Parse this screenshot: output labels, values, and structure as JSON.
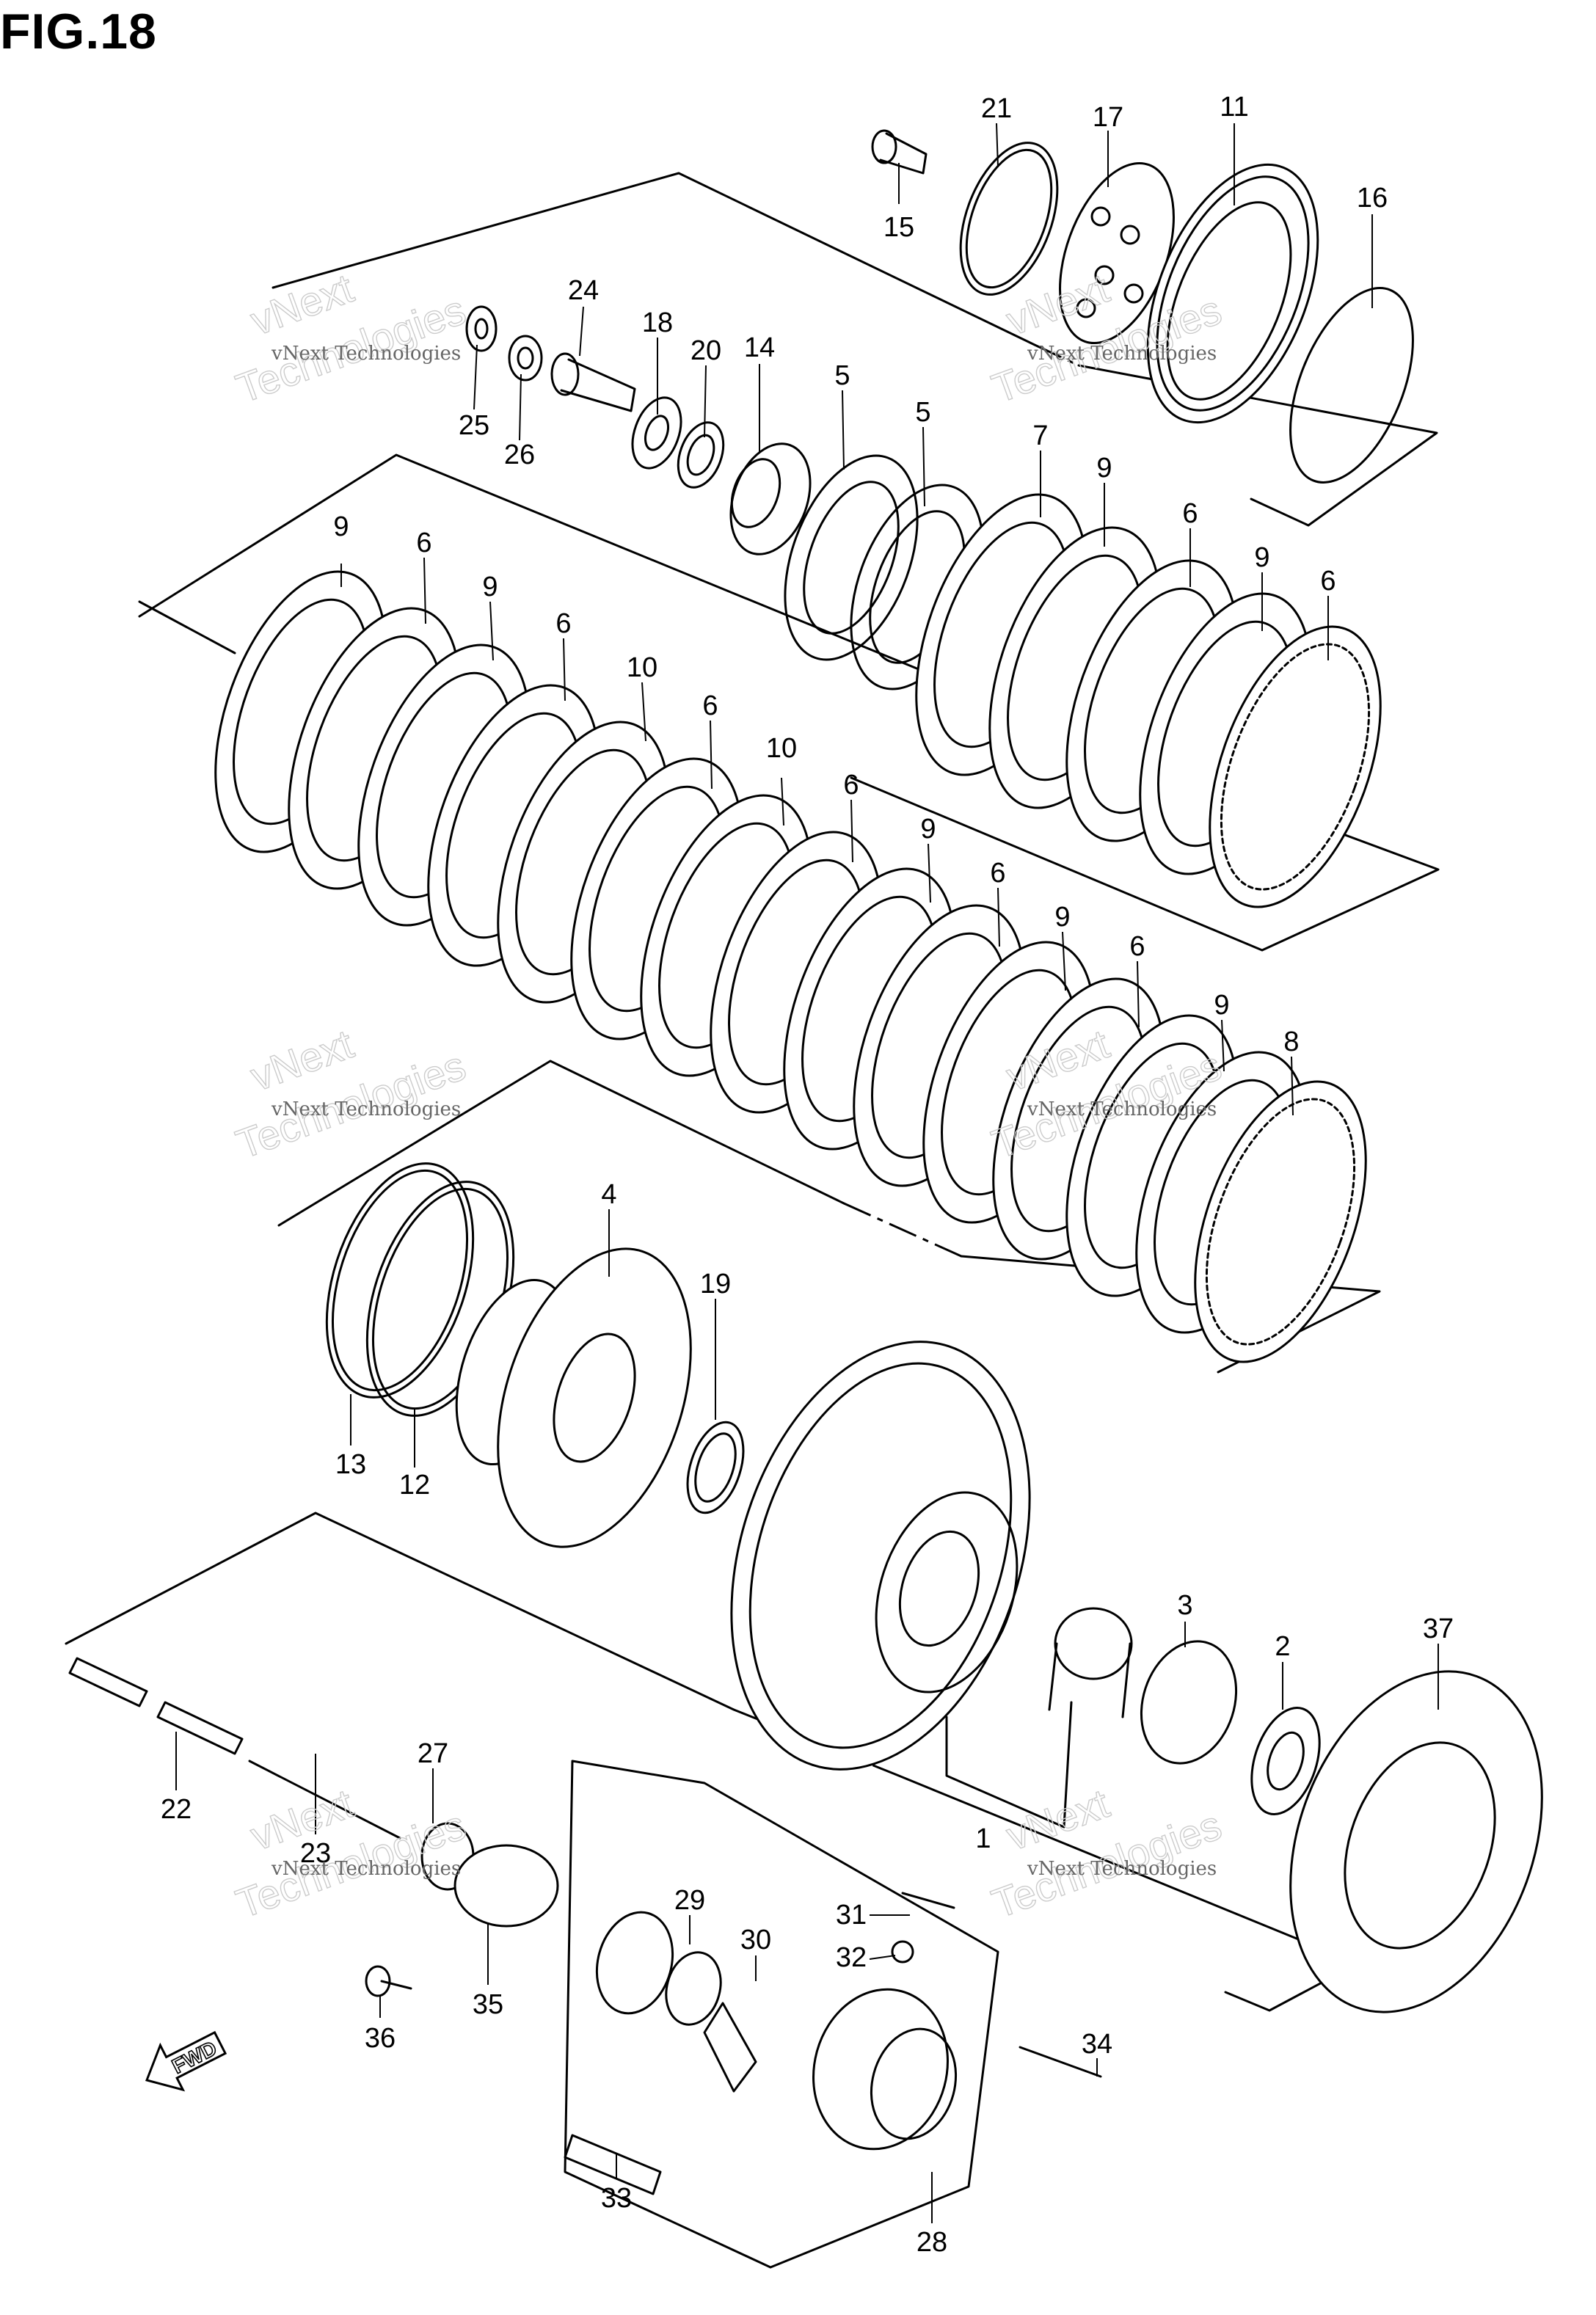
{
  "figure": {
    "title": "FIG.18"
  },
  "watermark": {
    "company": "vNext Technologies",
    "word": "vNext",
    "word2": "Technologies"
  },
  "direction_arrow": {
    "label": "FWD",
    "icon": "fwd-arrow-icon"
  },
  "callouts": [
    {
      "num": "21"
    },
    {
      "num": "17"
    },
    {
      "num": "11"
    },
    {
      "num": "16"
    },
    {
      "num": "15"
    },
    {
      "num": "24"
    },
    {
      "num": "18"
    },
    {
      "num": "20"
    },
    {
      "num": "14"
    },
    {
      "num": "25"
    },
    {
      "num": "26"
    },
    {
      "num": "5"
    },
    {
      "num": "5"
    },
    {
      "num": "7"
    },
    {
      "num": "9"
    },
    {
      "num": "6"
    },
    {
      "num": "9"
    },
    {
      "num": "6"
    },
    {
      "num": "9"
    },
    {
      "num": "6"
    },
    {
      "num": "9"
    },
    {
      "num": "6"
    },
    {
      "num": "10"
    },
    {
      "num": "6"
    },
    {
      "num": "10"
    },
    {
      "num": "6"
    },
    {
      "num": "9"
    },
    {
      "num": "6"
    },
    {
      "num": "9"
    },
    {
      "num": "6"
    },
    {
      "num": "9"
    },
    {
      "num": "8"
    },
    {
      "num": "4"
    },
    {
      "num": "19"
    },
    {
      "num": "13"
    },
    {
      "num": "12"
    },
    {
      "num": "3"
    },
    {
      "num": "2"
    },
    {
      "num": "37"
    },
    {
      "num": "1"
    },
    {
      "num": "27"
    },
    {
      "num": "22"
    },
    {
      "num": "23"
    },
    {
      "num": "35"
    },
    {
      "num": "36"
    },
    {
      "num": "29"
    },
    {
      "num": "30"
    },
    {
      "num": "31"
    },
    {
      "num": "32"
    },
    {
      "num": "34"
    },
    {
      "num": "33"
    },
    {
      "num": "28"
    }
  ]
}
